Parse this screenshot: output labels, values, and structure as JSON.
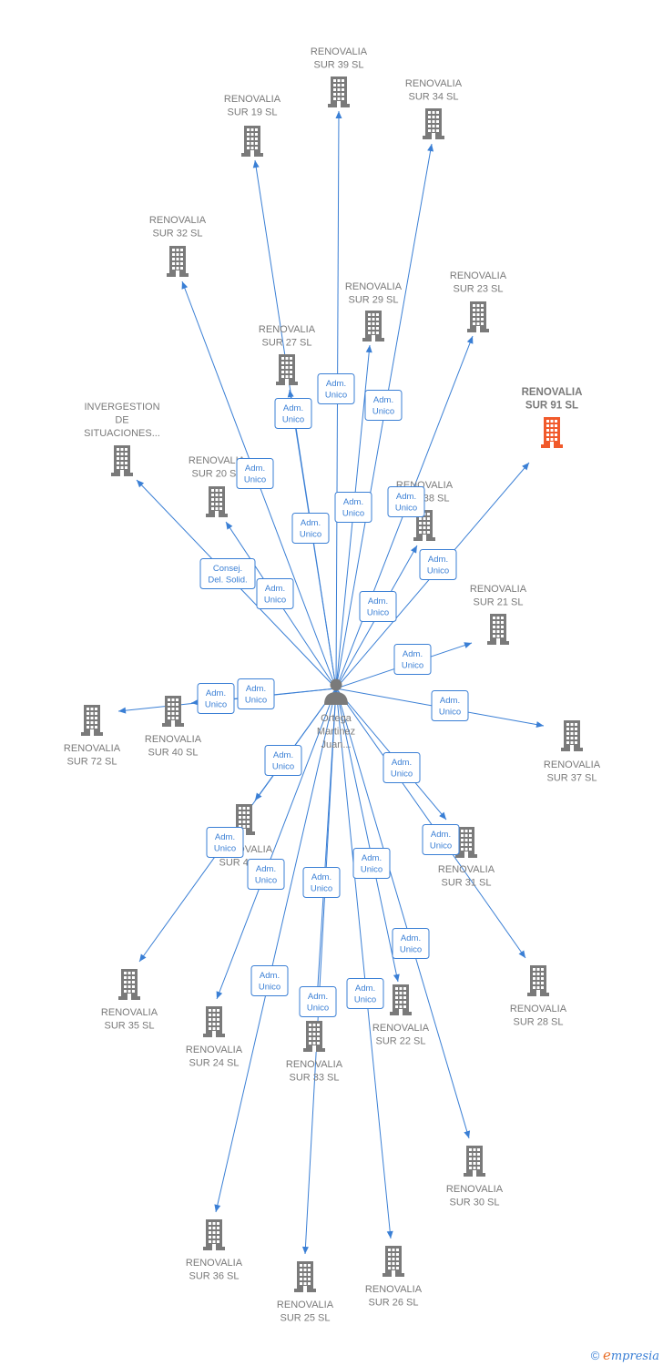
{
  "colors": {
    "edge": "#3a7fd5",
    "building": "#7a7a7a",
    "focus": "#f15a2b",
    "label": "#7a7a7a"
  },
  "person": {
    "lines": [
      "Ortega",
      "Martinez",
      "Juan..."
    ]
  },
  "nodes": [
    {
      "id": "sur39",
      "lines": [
        "RENOVALIA",
        "SUR 39  SL"
      ]
    },
    {
      "id": "sur19",
      "lines": [
        "RENOVALIA",
        "SUR 19  SL"
      ]
    },
    {
      "id": "sur34",
      "lines": [
        "RENOVALIA",
        "SUR 34  SL"
      ]
    },
    {
      "id": "sur32",
      "lines": [
        "RENOVALIA",
        "SUR 32  SL"
      ]
    },
    {
      "id": "sur29",
      "lines": [
        "RENOVALIA",
        "SUR 29  SL"
      ]
    },
    {
      "id": "sur23",
      "lines": [
        "RENOVALIA",
        "SUR 23  SL"
      ]
    },
    {
      "id": "sur27",
      "lines": [
        "RENOVALIA",
        "SUR 27  SL"
      ]
    },
    {
      "id": "sur91",
      "lines": [
        "RENOVALIA",
        "SUR 91  SL"
      ],
      "focus": true
    },
    {
      "id": "inver",
      "lines": [
        "INVERGESTION",
        "DE",
        "SITUACIONES..."
      ]
    },
    {
      "id": "sur20",
      "lines": [
        "RENOVALIA",
        "SUR 20  SL"
      ]
    },
    {
      "id": "sur38",
      "lines": [
        "RENOVALIA",
        "SUR 38  SL"
      ]
    },
    {
      "id": "sur21",
      "lines": [
        "RENOVALIA",
        "SUR 21  SL"
      ]
    },
    {
      "id": "sur72",
      "lines": [
        "RENOVALIA",
        "SUR 72  SL"
      ]
    },
    {
      "id": "sur40",
      "lines": [
        "RENOVALIA",
        "SUR 40  SL"
      ]
    },
    {
      "id": "sur37",
      "lines": [
        "RENOVALIA",
        "SUR 37  SL"
      ]
    },
    {
      "id": "sur41",
      "lines": [
        "RENOVALIA",
        "SUR 41  SL"
      ]
    },
    {
      "id": "sur31",
      "lines": [
        "RENOVALIA",
        "SUR 31  SL"
      ]
    },
    {
      "id": "sur35",
      "lines": [
        "RENOVALIA",
        "SUR 35  SL"
      ]
    },
    {
      "id": "sur28",
      "lines": [
        "RENOVALIA",
        "SUR 28  SL"
      ]
    },
    {
      "id": "sur24",
      "lines": [
        "RENOVALIA",
        "SUR 24  SL"
      ]
    },
    {
      "id": "sur22",
      "lines": [
        "RENOVALIA",
        "SUR 22  SL"
      ]
    },
    {
      "id": "sur33",
      "lines": [
        "RENOVALIA",
        "SUR 33  SL"
      ]
    },
    {
      "id": "sur30",
      "lines": [
        "RENOVALIA",
        "SUR 30  SL"
      ]
    },
    {
      "id": "sur36",
      "lines": [
        "RENOVALIA",
        "SUR 36  SL"
      ]
    },
    {
      "id": "sur25",
      "lines": [
        "RENOVALIA",
        "SUR 25  SL"
      ]
    },
    {
      "id": "sur26",
      "lines": [
        "RENOVALIA",
        "SUR 26  SL"
      ]
    }
  ],
  "edges": [
    {
      "to": "sur39",
      "label": [
        "Adm.",
        "Unico"
      ]
    },
    {
      "to": "sur19",
      "label": [
        "Adm.",
        "Unico"
      ]
    },
    {
      "to": "sur34",
      "label": [
        "Adm.",
        "Unico"
      ]
    },
    {
      "to": "sur32",
      "label": [
        "Adm.",
        "Unico"
      ]
    },
    {
      "to": "sur29",
      "label": [
        "Adm.",
        "Unico"
      ]
    },
    {
      "to": "sur23",
      "label": [
        "Adm.",
        "Unico"
      ]
    },
    {
      "to": "sur27",
      "label": [
        "Adm.",
        "Unico"
      ]
    },
    {
      "to": "sur91",
      "label": [
        "Adm.",
        "Unico"
      ]
    },
    {
      "to": "inver",
      "label": [
        "Consej.",
        "Del. Solid."
      ]
    },
    {
      "to": "sur20",
      "label": [
        "Adm.",
        "Unico"
      ]
    },
    {
      "to": "sur38",
      "label": [
        "Adm.",
        "Unico"
      ]
    },
    {
      "to": "sur21",
      "label": [
        "Adm.",
        "Unico"
      ]
    },
    {
      "to": "sur72",
      "label": [
        "Adm.",
        "Unico"
      ]
    },
    {
      "to": "sur40",
      "label": [
        "Adm.",
        "Unico"
      ]
    },
    {
      "to": "sur37",
      "label": [
        "Adm.",
        "Unico"
      ]
    },
    {
      "to": "sur41",
      "label": [
        "Adm.",
        "Unico"
      ]
    },
    {
      "to": "sur31",
      "label": [
        "Adm.",
        "Unico"
      ]
    },
    {
      "to": "sur35",
      "label": [
        "Adm.",
        "Unico"
      ]
    },
    {
      "to": "sur28",
      "label": [
        "Adm.",
        "Unico"
      ]
    },
    {
      "to": "sur24",
      "label": [
        "Adm.",
        "Unico"
      ]
    },
    {
      "to": "sur22",
      "label": [
        "Adm.",
        "Unico"
      ]
    },
    {
      "to": "sur33",
      "label": [
        "Adm.",
        "Unico"
      ]
    },
    {
      "to": "sur30",
      "label": [
        "Adm.",
        "Unico"
      ]
    },
    {
      "to": "sur36",
      "label": [
        "Adm.",
        "Unico"
      ]
    },
    {
      "to": "sur25",
      "label": [
        "Adm.",
        "Unico"
      ]
    },
    {
      "to": "sur26",
      "label": [
        "Adm.",
        "Unico"
      ]
    }
  ],
  "footer": {
    "copyright": "©",
    "brand_initial": "e",
    "brand_rest": "mpresia"
  }
}
